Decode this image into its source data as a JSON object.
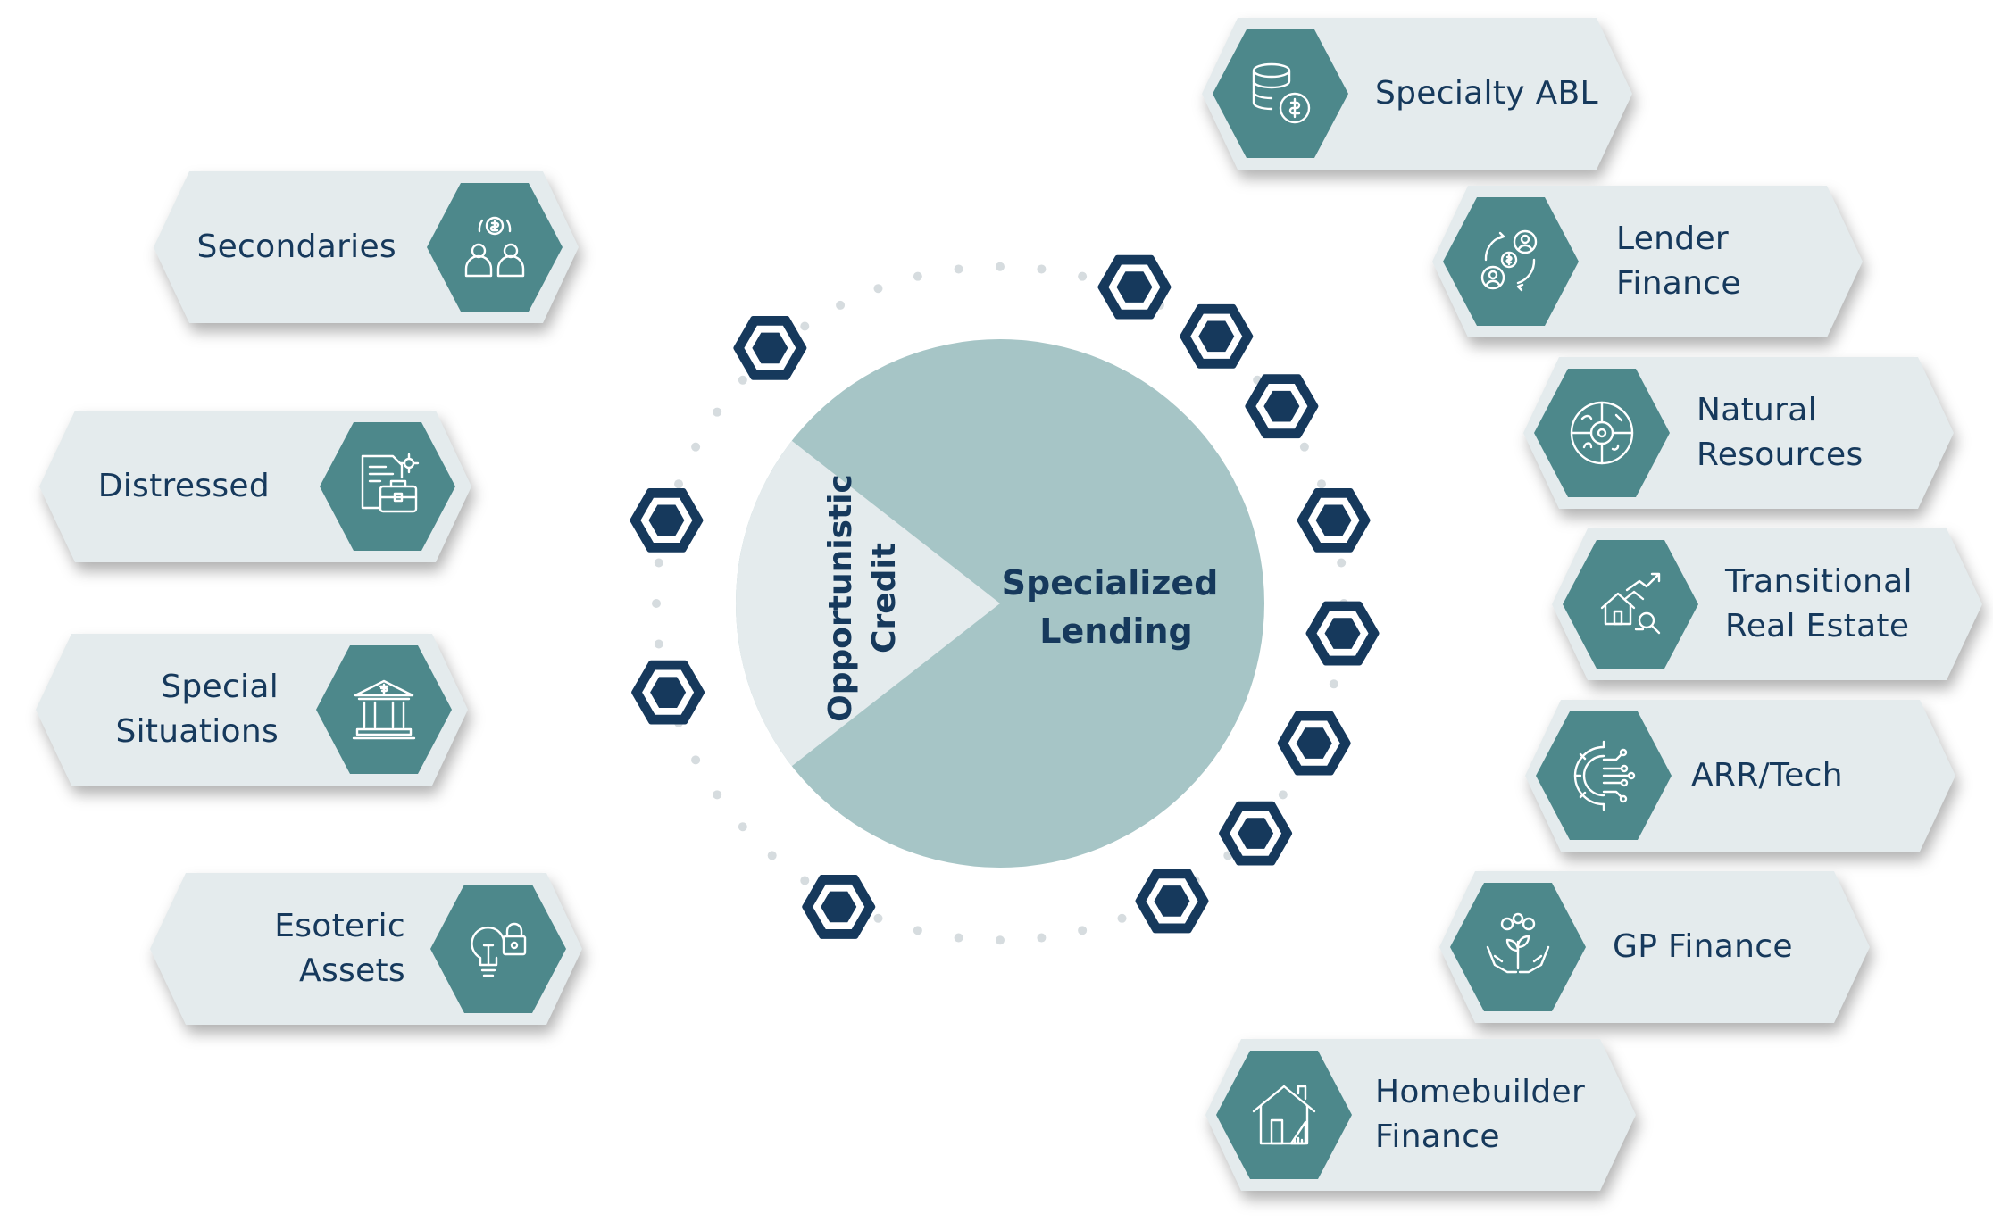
{
  "center": {
    "left_segment_label": [
      "Opportunistic",
      "Credit"
    ],
    "right_segment_label": [
      "Specialized",
      "Lending"
    ],
    "colors": {
      "left_segment": "#e4ebed",
      "right_segment": "#a6c5c6",
      "text": "#16395c",
      "node": "#16395c",
      "dots": "#d6dcdf"
    }
  },
  "left_items": [
    {
      "lines": [
        "Secondaries"
      ],
      "icon": "people-exchange-dollar-icon"
    },
    {
      "lines": [
        "Distressed"
      ],
      "icon": "document-briefcase-icon"
    },
    {
      "lines": [
        "Special",
        "Situations"
      ],
      "icon": "bank-building-icon"
    },
    {
      "lines": [
        "Esoteric",
        "Assets"
      ],
      "icon": "lightbulb-lock-icon"
    }
  ],
  "right_items": [
    {
      "lines": [
        "Specialty ABL"
      ],
      "icon": "coin-stack-dollar-icon"
    },
    {
      "lines": [
        "Lender",
        "Finance"
      ],
      "icon": "lender-cycle-icon"
    },
    {
      "lines": [
        "Natural",
        "Resources"
      ],
      "icon": "resources-wheel-icon"
    },
    {
      "lines": [
        "Transitional",
        "Real Estate"
      ],
      "icon": "house-growth-icon"
    },
    {
      "lines": [
        "ARR/Tech"
      ],
      "icon": "gear-circuit-icon"
    },
    {
      "lines": [
        "GP Finance"
      ],
      "icon": "hands-plant-icon"
    },
    {
      "lines": [
        "Homebuilder",
        "Finance"
      ],
      "icon": "house-blueprint-icon"
    }
  ],
  "colors": {
    "pill": "#e4ebed",
    "hex": "#4d888b",
    "label": "#16395c"
  }
}
